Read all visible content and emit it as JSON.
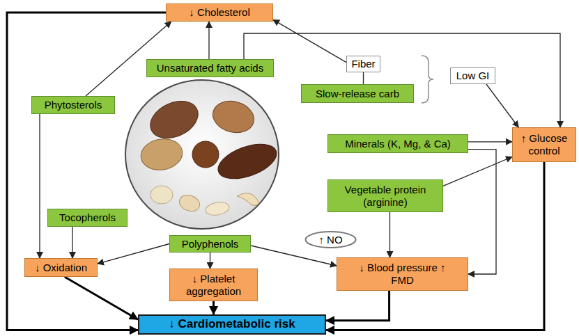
{
  "diagram": {
    "nodes": [
      {
        "text": [
          "↓ Cholesterol"
        ]
      },
      {
        "text": [
          "Unsaturated fatty acids"
        ]
      },
      {
        "text": [
          "Fiber"
        ]
      },
      {
        "text": [
          "Slow-release carb"
        ]
      },
      {
        "text": [
          "Low GI"
        ]
      },
      {
        "text": [
          "Phytosterols"
        ]
      },
      {
        "text": [
          "Minerals (K, Mg, & Ca)"
        ]
      },
      {
        "text": [
          "↑ Glucose control"
        ]
      },
      {
        "text": [
          "Vegetable protein (arginine)"
        ]
      },
      {
        "text": [
          "Tocopherols"
        ]
      },
      {
        "text": [
          "Polyphenols"
        ]
      },
      {
        "text": [
          "↑ NO"
        ]
      },
      {
        "text": [
          "↓ Oxidation"
        ]
      },
      {
        "text": [
          "↓ Platelet aggregation"
        ]
      },
      {
        "text": [
          "↓ Blood pressure ↑ FMD"
        ]
      },
      {
        "text": [
          "↓ Cardiometabolic risk"
        ]
      }
    ],
    "edges": [
      {
        "from": 1,
        "to": 0,
        "arrow": "to"
      },
      {
        "from": 1,
        "to": 7,
        "arrow": "to"
      },
      {
        "from": 2,
        "to": 0,
        "arrow": "to"
      },
      {
        "from": 2,
        "to": 3,
        "arrow": "none"
      },
      {
        "from": 4,
        "to": 7,
        "arrow": "to"
      },
      {
        "from": 5,
        "to": 0,
        "arrow": "to"
      },
      {
        "from": 5,
        "to": 12,
        "arrow": "to"
      },
      {
        "from": 6,
        "to": 7,
        "arrow": "to"
      },
      {
        "from": 6,
        "to": 14,
        "arrow": "to"
      },
      {
        "from": 8,
        "to": 7,
        "arrow": "to"
      },
      {
        "from": 8,
        "to": 14,
        "arrow": "to"
      },
      {
        "from": 9,
        "to": 12,
        "arrow": "to"
      },
      {
        "from": 10,
        "to": 12,
        "arrow": "to"
      },
      {
        "from": 10,
        "to": 13,
        "arrow": "to"
      },
      {
        "from": 10,
        "to": 14,
        "arrow": "to"
      },
      {
        "from": 0,
        "to": 15,
        "arrow": "to"
      },
      {
        "from": 12,
        "to": 15,
        "arrow": "to"
      },
      {
        "from": 13,
        "to": 15,
        "arrow": "to"
      },
      {
        "from": 14,
        "to": 15,
        "arrow": "to"
      },
      {
        "from": 7,
        "to": 15,
        "arrow": "to"
      }
    ]
  }
}
